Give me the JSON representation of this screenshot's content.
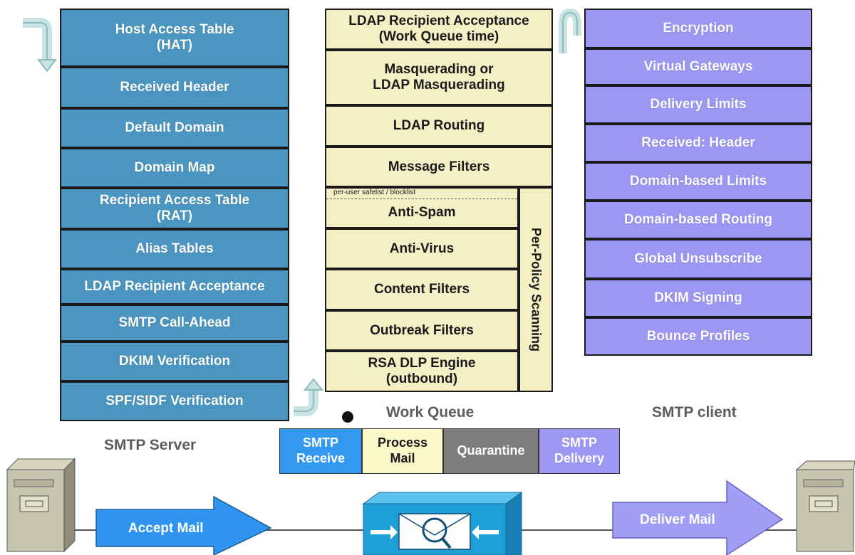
{
  "smtp_server": {
    "label": "SMTP Server",
    "items": [
      "Host Access Table\n(HAT)",
      "Received Header",
      "Default Domain",
      "Domain Map",
      "Recipient Access Table\n(RAT)",
      "Alias Tables",
      "LDAP Recipient Acceptance",
      "SMTP Call-Ahead",
      "DKIM Verification",
      "SPF/SIDF Verification"
    ]
  },
  "work_queue": {
    "label": "Work Queue",
    "top_items": [
      "LDAP Recipient Acceptance\n(Work Queue time)",
      "Masquerading or\nLDAP Masquerading",
      "LDAP Routing",
      "Message Filters"
    ],
    "safelist_note": "per-user safelist / blocklist",
    "scan_items": [
      "Anti-Spam",
      "Anti-Virus",
      "Content Filters",
      "Outbreak Filters",
      "RSA DLP Engine\n(outbound)"
    ],
    "per_policy_label": "Per-Policy Scanning",
    "stages": [
      {
        "label": "SMTP\nReceive",
        "color": "#3399f0",
        "text_color": "#ffffff"
      },
      {
        "label": "Process\nMail",
        "color": "#fbf7c9",
        "text_color": "#1a1a1a"
      },
      {
        "label": "Quarantine",
        "color": "#7d7d7d",
        "text_color": "#ffffff"
      },
      {
        "label": "SMTP\nDelivery",
        "color": "#9b97f3",
        "text_color": "#ffffff"
      }
    ]
  },
  "smtp_client": {
    "label": "SMTP client",
    "items": [
      "Encryption",
      "Virtual Gateways",
      "Delivery Limits",
      "Received: Header",
      "Domain-based Limits",
      "Domain-based Routing",
      "Global Unsubscribe",
      "DKIM Signing",
      "Bounce Profiles"
    ]
  },
  "flow": {
    "accept": "Accept Mail",
    "deliver": "Deliver Mail"
  },
  "colors": {
    "server_blue": "#4a96c0",
    "queue_tan": "#f4efc4",
    "client_purple": "#9b97f3",
    "accept_arrow": "#2f93f0",
    "deliver_arrow": "#a19ef5",
    "appliance": "#1f9fd8"
  }
}
